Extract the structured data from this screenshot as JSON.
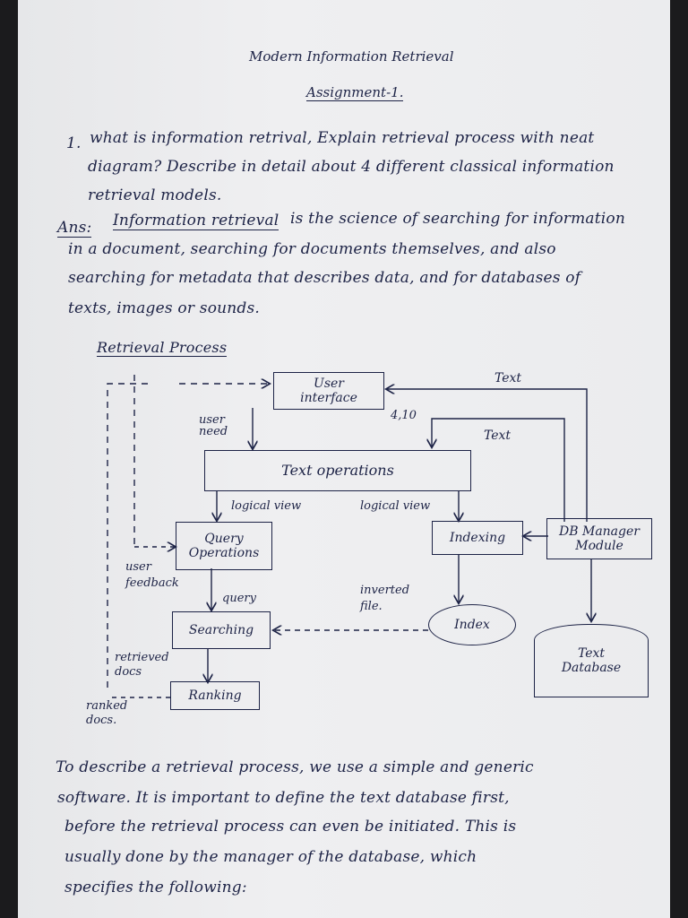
{
  "header": {
    "title": "Modern Information Retrieval",
    "subtitle": "Assignment-1."
  },
  "question": {
    "number": "1.",
    "line1": "what is information retrival, Explain retrieval process with neat",
    "line2": "diagram? Describe in detail about 4 different classical information",
    "line3": "retrieval models."
  },
  "answer": {
    "label": "Ans:",
    "lead": "Information retrieval",
    "line1_rest": "is the science of searching for information",
    "line2": "in a document, searching for documents themselves, and also",
    "line3": "searching for metadata that describes data, and for databases of",
    "line4": "texts, images or sounds."
  },
  "section_heading": "Retrieval Process",
  "diagram": {
    "user_interface": "User interface",
    "text_operations": "Text operations",
    "query_operations": "Query Operations",
    "searching": "Searching",
    "ranking": "Ranking",
    "indexing": "Indexing",
    "index": "Index",
    "db_manager": "DB Manager Module",
    "text_database": "Text Database",
    "label_text_top": "Text",
    "label_4_10": "4,10",
    "label_text_mid": "Text",
    "label_user_need": "user need",
    "label_logical_view_1": "logical view",
    "label_logical_view_2": "logical view",
    "label_user_feedback": "user feedback",
    "label_query": "query",
    "label_inverted_file": "inverted file.",
    "label_retrieved_docs": "retrieved docs",
    "label_ranked_docs": "ranked docs."
  },
  "paragraph": {
    "line1": "To describe a retrieval process, we use a simple and generic",
    "line2": "software. It is important to define the text database first,",
    "line3": "before the retrieval process can even be initiated. This is",
    "line4": "usually done by the manager of the database, which",
    "line5": "specifies the following:"
  }
}
